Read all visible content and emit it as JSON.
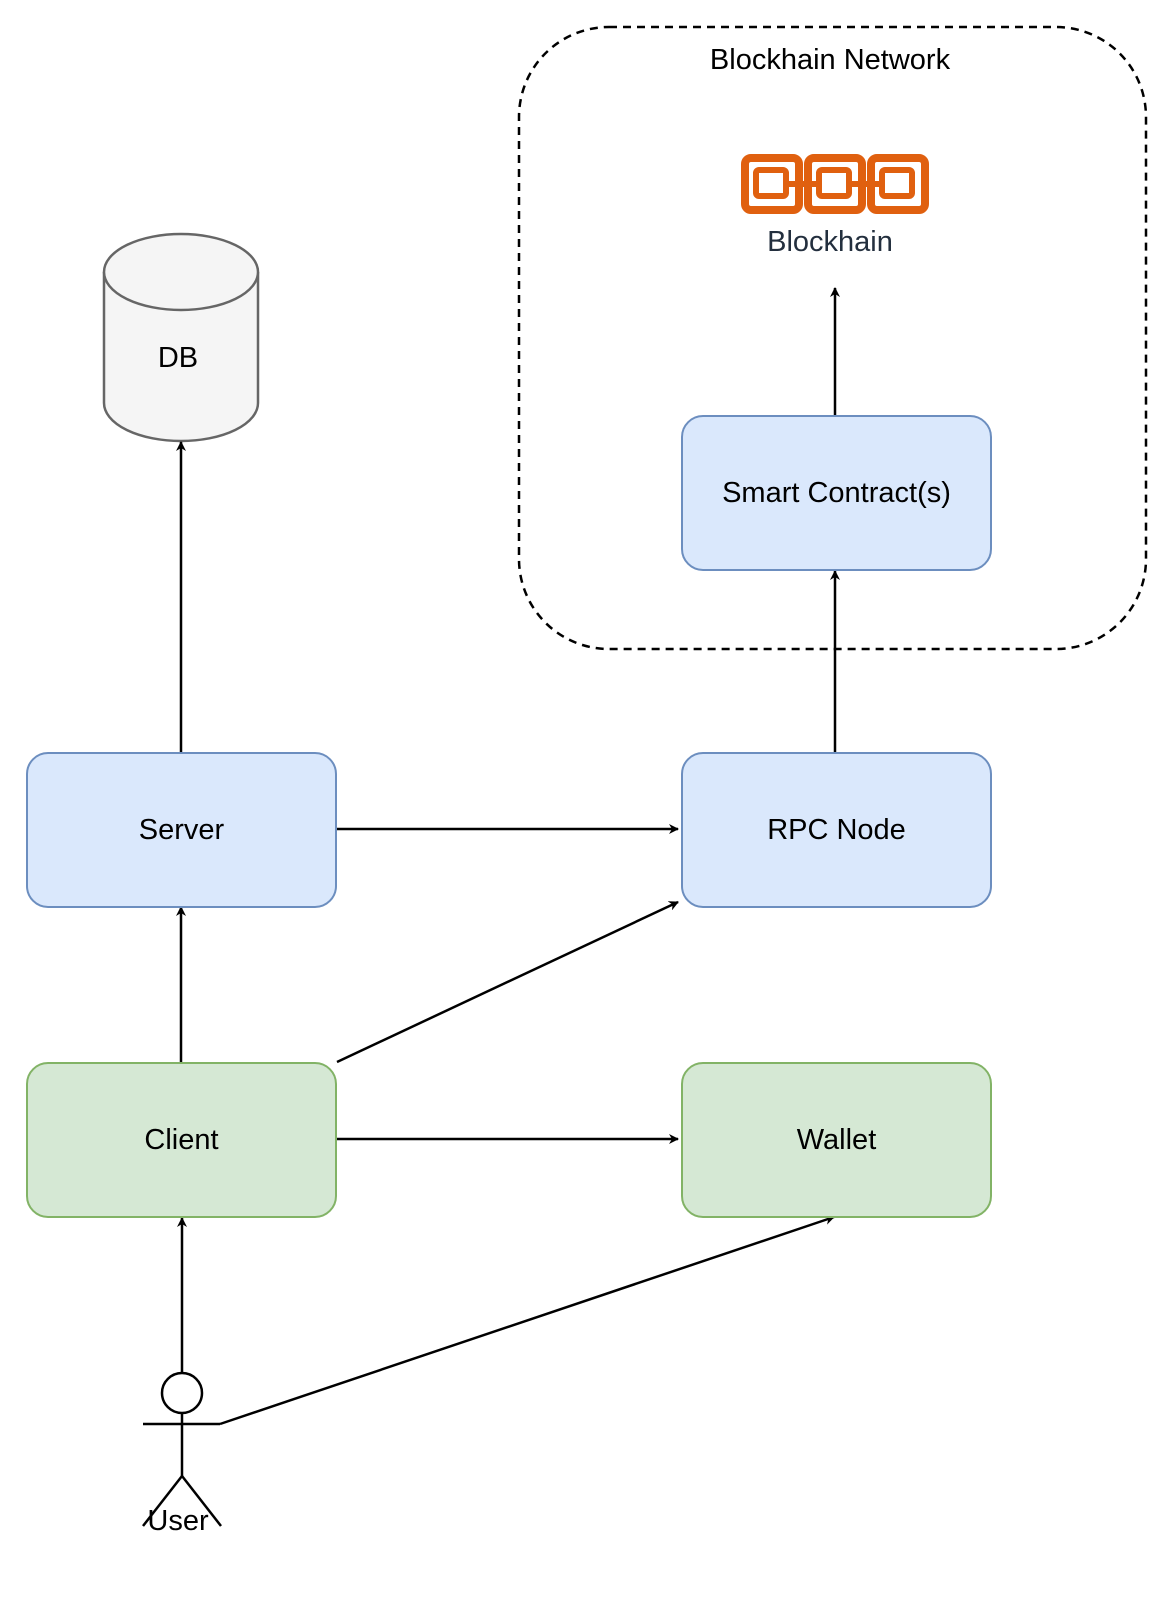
{
  "network": {
    "title": "Blockhain Network"
  },
  "blockchain": {
    "label": "Blockhain",
    "icon": "blockchain-chain-icon",
    "icon_color": "#e0600f"
  },
  "database": {
    "label": "DB",
    "icon": "database-cylinder-icon"
  },
  "nodes": {
    "smart_contracts": "Smart Contract(s)",
    "server": "Server",
    "rpc_node": "RPC Node",
    "client": "Client",
    "wallet": "Wallet"
  },
  "actor": {
    "label": "User",
    "icon": "stick-figure-icon"
  },
  "colors": {
    "service_fill": "#dae8fc",
    "service_border": "#6c8ebf",
    "client_fill": "#d5e8d4",
    "client_border": "#82b366",
    "db_fill": "#f5f5f5",
    "db_border": "#666666"
  }
}
